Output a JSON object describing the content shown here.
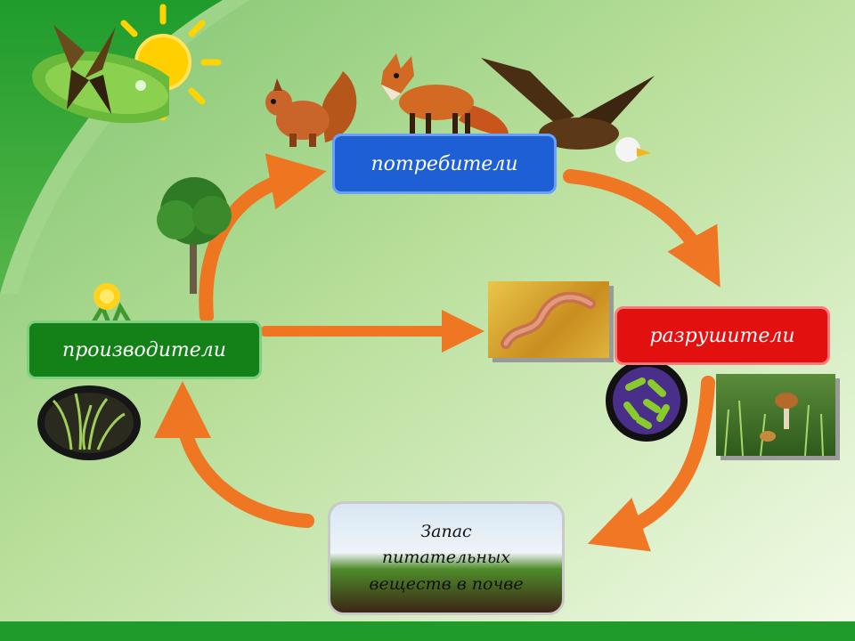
{
  "boxes": {
    "consumers": "потребители",
    "producers": "производители",
    "decomposers": "разрушители",
    "soil": [
      "Запас",
      "питательных",
      "веществ в почве"
    ]
  },
  "colors": {
    "consumers": "#1f5fd6",
    "producers": "#148018",
    "decomposers": "#e31010",
    "arrow": "#f2711c",
    "background_green": "#1e9b2a"
  },
  "icons": [
    "sun-icon",
    "butterfly-icon",
    "squirrel-icon",
    "fox-icon",
    "eagle-icon",
    "tree-icon",
    "dandelion-icon",
    "grass-icon",
    "earthworm-icon",
    "bacteria-icon",
    "mushroom-icon"
  ]
}
